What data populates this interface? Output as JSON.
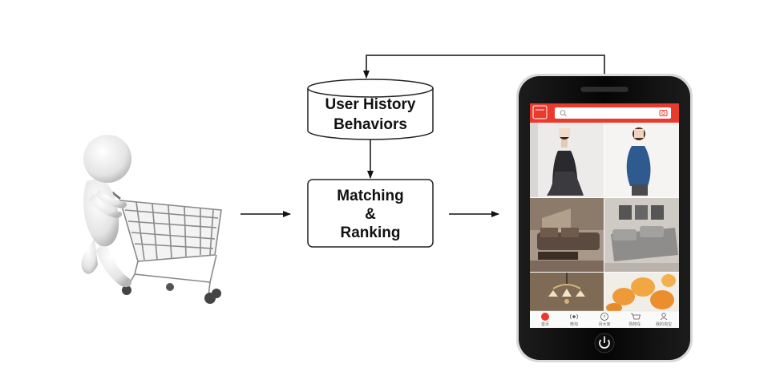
{
  "nodes": {
    "history": {
      "line1": "User History",
      "line2": "Behaviors"
    },
    "matching": {
      "line1": "Matching",
      "line2": "&",
      "line3": "Ranking"
    }
  },
  "phone": {
    "accent": "#ea3a2d",
    "app_logo_label": "",
    "search_placeholder": "",
    "product_tiles": [
      "woman-in-dark-dress",
      "woman-in-blue-sweater",
      "brown-sofa-living-room",
      "grey-sectional-sofa",
      "chandelier",
      "loquat-fruit"
    ],
    "nav_items": [
      {
        "icon": "home-icon",
        "label": "首页",
        "active": true
      },
      {
        "icon": "broadcast-icon",
        "label": "微淘",
        "active": false
      },
      {
        "icon": "question-icon",
        "label": "问大家",
        "active": false
      },
      {
        "icon": "cart-icon",
        "label": "购物车",
        "active": false
      },
      {
        "icon": "person-icon",
        "label": "我的淘宝",
        "active": false
      }
    ]
  }
}
